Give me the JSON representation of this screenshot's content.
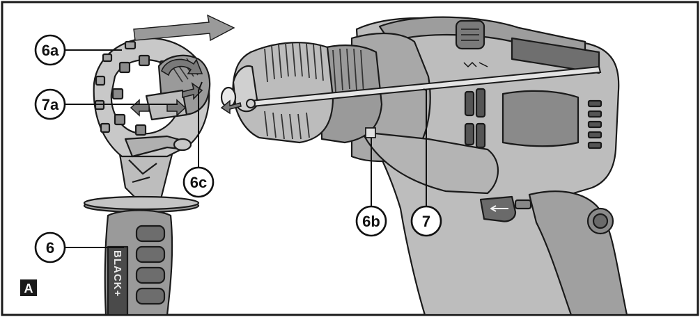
{
  "figure": {
    "panel_label": "A",
    "callouts": [
      {
        "id": "callout-6a",
        "label": "6a"
      },
      {
        "id": "callout-7a",
        "label": "7a"
      },
      {
        "id": "callout-6c",
        "label": "6c"
      },
      {
        "id": "callout-6b",
        "label": "6b"
      },
      {
        "id": "callout-7",
        "label": "7"
      },
      {
        "id": "callout-6",
        "label": "6"
      }
    ],
    "handle_brand": "BLACK+",
    "colors": {
      "line": "#1a1a1a",
      "dark_gray": "#5a5a5a",
      "mid_gray": "#9a9a9a",
      "light_gray": "#d6d6d6",
      "panel_bg": "#1a1a1a"
    }
  }
}
